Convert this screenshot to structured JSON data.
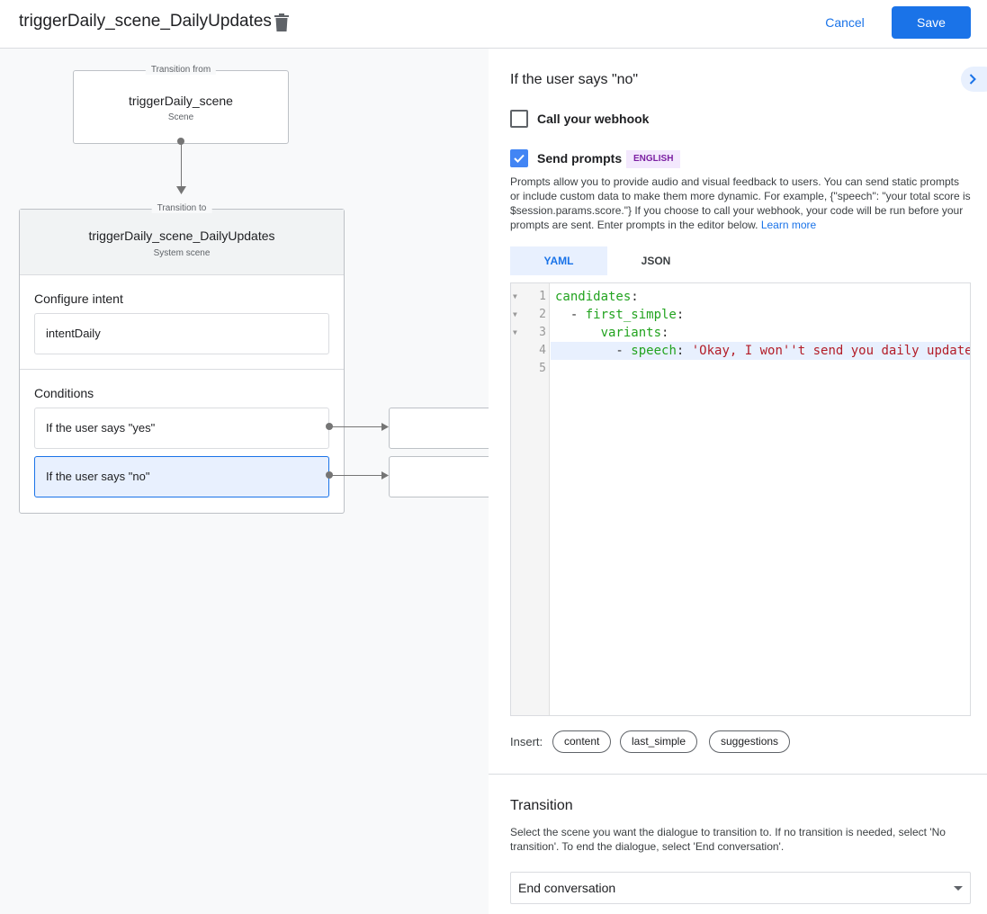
{
  "header": {
    "title": "triggerDaily_scene_DailyUpdates",
    "cancel_label": "Cancel",
    "save_label": "Save"
  },
  "canvas": {
    "from": {
      "caption": "Transition from",
      "name": "triggerDaily_scene",
      "type": "Scene"
    },
    "to": {
      "caption": "Transition to",
      "name": "triggerDaily_scene_DailyUpdates",
      "type": "System scene",
      "intent_label": "Configure intent",
      "intent_value": "intentDaily",
      "conditions_label": "Conditions",
      "conditions": [
        {
          "label": "If the user says \"yes\""
        },
        {
          "label": "If the user says \"no\"",
          "selected": true
        }
      ]
    }
  },
  "panel": {
    "title": "If the user says \"no\"",
    "webhook_label": "Call your webhook",
    "webhook_checked": false,
    "prompts_label": "Send prompts",
    "prompts_checked": true,
    "language_badge": "ENGLISH",
    "description": "Prompts allow you to provide audio and visual feedback to users. You can send static prompts or include custom data to make them more dynamic. For example, {\"speech\": \"your total score is $session.params.score.\"} If you choose to call your webhook, your code will be run before your prompts are sent. Enter prompts in the editor below.",
    "learn_more": "Learn more",
    "tabs": [
      {
        "label": "YAML",
        "active": true
      },
      {
        "label": "JSON",
        "active": false
      }
    ],
    "editor": {
      "lines": [
        {
          "n": "1",
          "indent": "",
          "key": "candidates",
          "sep": ":",
          "val": ""
        },
        {
          "n": "2",
          "indent": "  - ",
          "key": "first_simple",
          "sep": ":",
          "val": ""
        },
        {
          "n": "3",
          "indent": "      ",
          "key": "variants",
          "sep": ":",
          "val": ""
        },
        {
          "n": "4",
          "indent": "        - ",
          "key": "speech",
          "sep": ": ",
          "val": "'Okay, I won''t send you daily update"
        },
        {
          "n": "5",
          "indent": "",
          "key": "",
          "sep": "",
          "val": ""
        }
      ]
    },
    "insert_label": "Insert:",
    "insert_chips": [
      "content",
      "last_simple",
      "suggestions"
    ],
    "transition_title": "Transition",
    "transition_desc": "Select the scene you want the dialogue to transition to. If no transition is needed, select 'No transition'. To end the dialogue, select 'End conversation'.",
    "transition_value": "End conversation"
  },
  "colors": {
    "accent": "#1a73e8",
    "selected_bg": "#e8f0fe",
    "yaml_key": "#22a31f",
    "yaml_string": "#b31d28",
    "badge_bg": "#f3e8fd",
    "badge_text": "#7b1fa2"
  }
}
